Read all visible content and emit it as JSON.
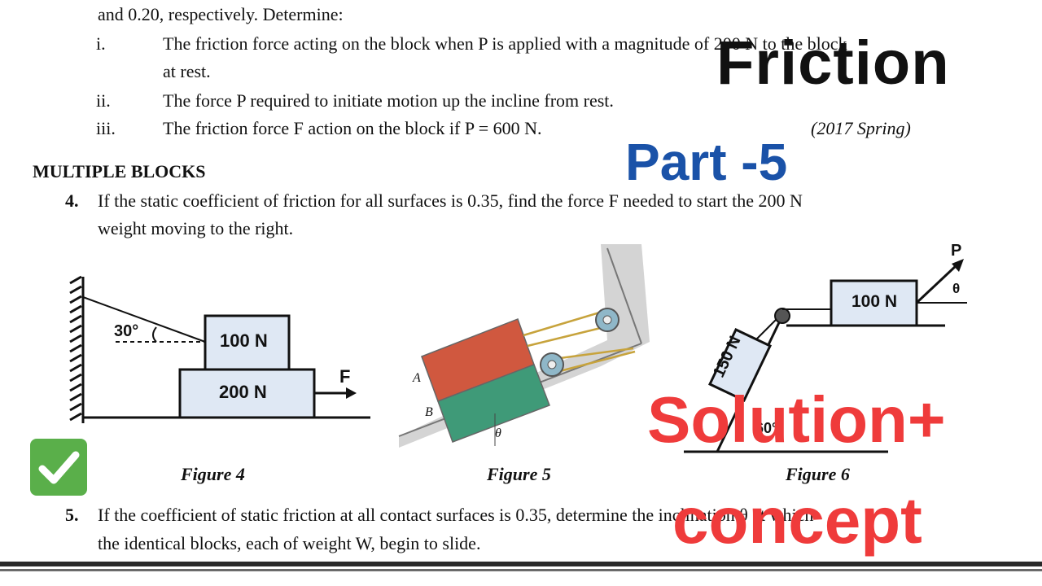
{
  "text": {
    "line0": "and 0.20, respectively. Determine:",
    "items": [
      {
        "num": "i.",
        "text": "The friction force acting on the block when P is applied with a magnitude of 200 N to the block"
      },
      {
        "num": "",
        "text": "at rest."
      },
      {
        "num": "ii.",
        "text": "The force P required to initiate motion up the incline from rest."
      },
      {
        "num": "iii.",
        "text": "The friction force F action on the block if P = 600 N."
      }
    ],
    "citation": "(2017 Spring)",
    "section": "MULTIPLE BLOCKS",
    "q4_num": "4.",
    "q4_line1": "If the static coefficient of friction for all surfaces is 0.35, find the force F needed to start the 200 N",
    "q4_line2": "weight moving to the right.",
    "q5_num": "5.",
    "q5_line1": "If the coefficient of static friction at all contact surfaces is 0.35, determine the inclination θ at which",
    "q5_line2": "the identical blocks, each of weight W, begin to slide."
  },
  "figures": {
    "fig4": {
      "caption": "Figure 4",
      "angle": "30°",
      "top_block": "100 N",
      "bottom_block": "200 N",
      "force": "F"
    },
    "fig5": {
      "caption": "Figure 5",
      "label_a": "A",
      "label_b": "B",
      "angle": "θ"
    },
    "fig6": {
      "caption": "Figure 6",
      "block_top": "100 N",
      "block_incline": "150 N",
      "force": "P",
      "angle": "θ",
      "angle2": "60°"
    }
  },
  "overlay": {
    "title": "Friction",
    "part": "Part -5",
    "solution": "Solution+",
    "concept": "concept"
  },
  "colors": {
    "part": "#1a52a8",
    "solution": "#ef3b3b",
    "check": "#5aaf4a",
    "block_fill": "#dfe8f4",
    "block_a": "#d0583f",
    "block_b": "#3f9a78"
  },
  "icons": {
    "check": "check-mark-icon"
  }
}
